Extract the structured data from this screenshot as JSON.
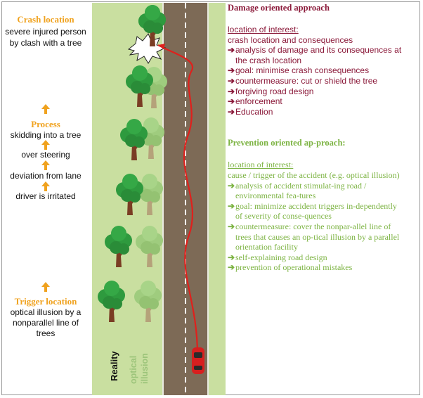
{
  "left": {
    "crash_title": "Crash location",
    "crash_desc": [
      "severe injured person",
      "by clash with a tree"
    ],
    "process_title": "Process",
    "process_steps": [
      "skidding into a tree",
      "over steering",
      "deviation from lane",
      "driver is irritated"
    ],
    "trigger_title": "Trigger location",
    "trigger_desc": [
      "optical illusion by a",
      "nonparallel line of",
      "trees"
    ]
  },
  "scene": {
    "reality_label": "Reality",
    "illusion_label_1": "optical",
    "illusion_label_2": "illusion"
  },
  "damage": {
    "title": "Damage oriented approach",
    "interest_label": "location of interest:",
    "interest_value": "crash location and consequences",
    "bullets": [
      [
        "analysis of damage and its consequences at",
        "the crash location"
      ],
      [
        "goal: minimise crash consequences"
      ],
      [
        "countermeasure: cut or shield the tree"
      ],
      [
        "forgiving road design"
      ],
      [
        "enforcement"
      ],
      [
        "Education"
      ]
    ]
  },
  "prevention": {
    "title": "Prevention oriented ap-proach:",
    "interest_label": "location of interest:",
    "interest_value": "cause / trigger of the accident (e.g. optical illusion)",
    "bullets": [
      [
        "analysis of accident stimulat-ing road /",
        "environmental fea-tures"
      ],
      [
        "goal: minimize accident triggers in-dependently",
        "of severity of conse-quences"
      ],
      [
        "countermeasure: cover the nonpar-allel line of",
        "trees that causes an op-tical illusion by a parallel",
        "orientation facility"
      ],
      [
        "self-explaining road design"
      ],
      [
        "prevention of operational mistakes"
      ]
    ]
  },
  "colors": {
    "accent_orange": "#f0a21e",
    "damage": "#8b1a3a",
    "prevention": "#7cb342",
    "path_red": "#e0201c",
    "grass": "#c9dfa0",
    "road": "#7d6a56"
  },
  "icons": [
    "arrow-up-icon",
    "tree-icon",
    "faded-tree-icon",
    "crash-burst-icon",
    "car-icon",
    "arrow-right-icon"
  ]
}
